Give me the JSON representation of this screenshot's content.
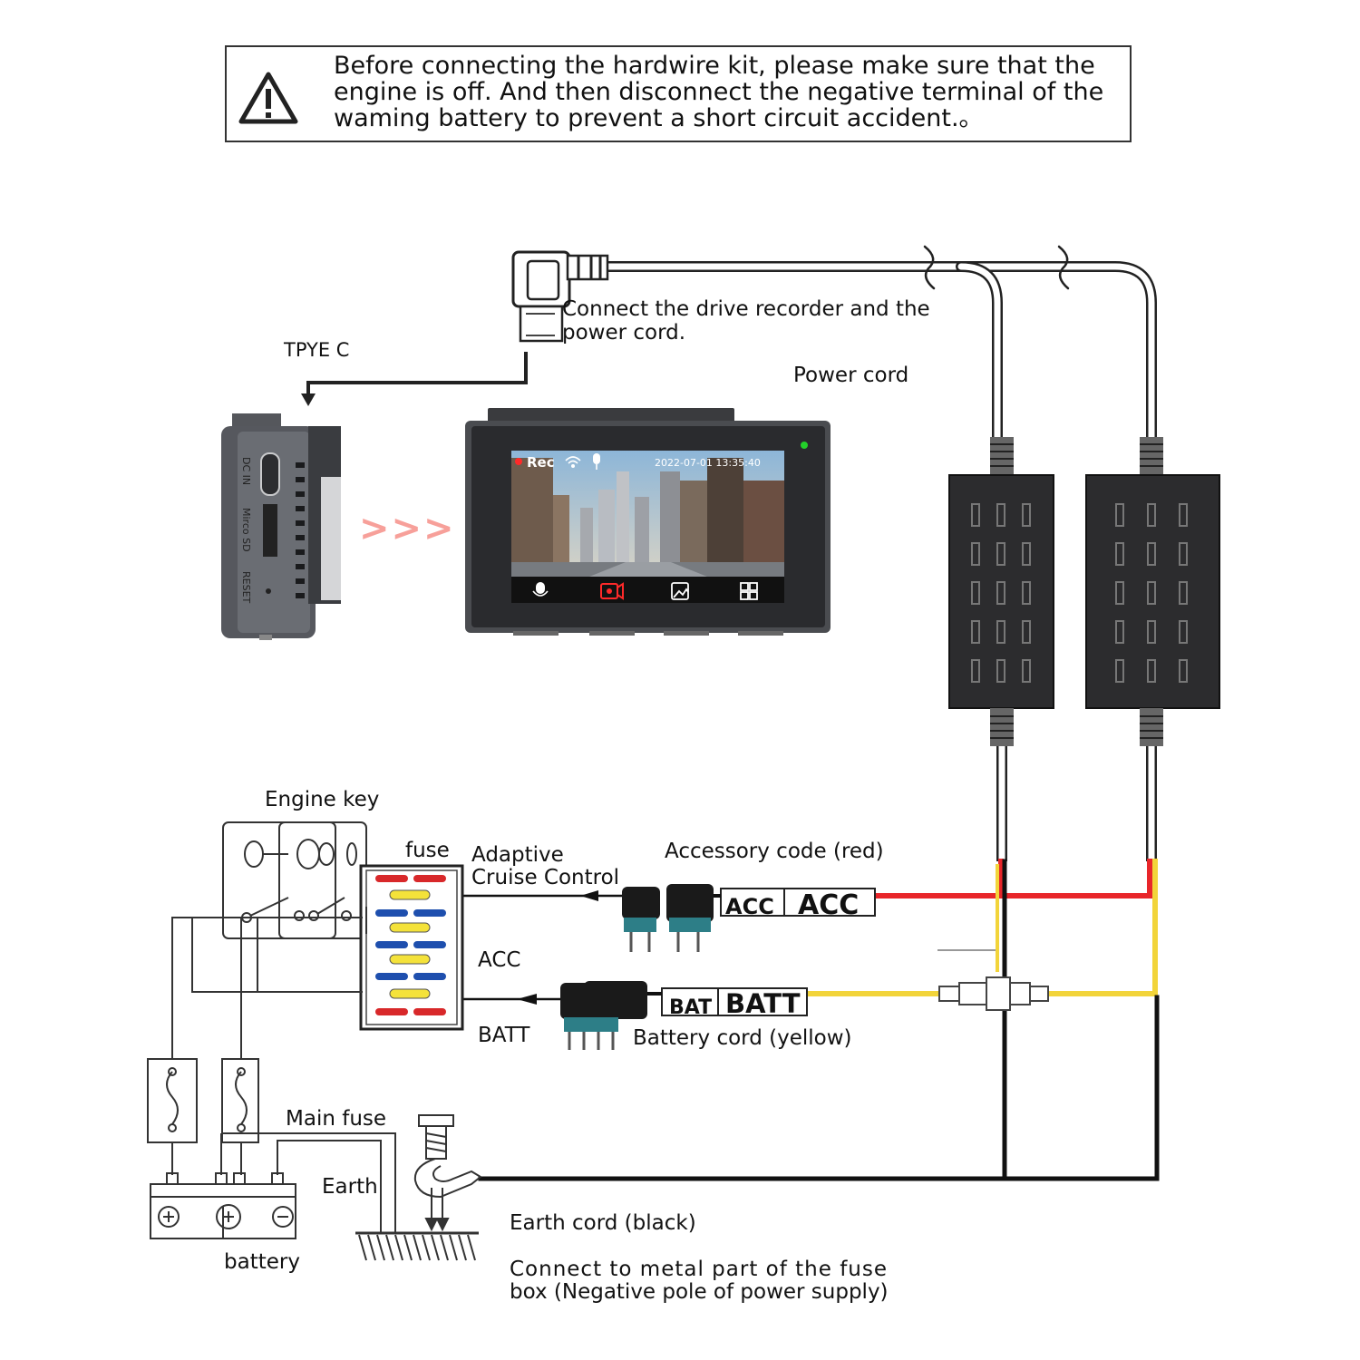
{
  "warning": {
    "icon": "warning-triangle-icon",
    "text": "Before connecting the hardwire kit, please make sure that the engine is off. And then disconnect the negative terminal of the waming battery to prevent a short circuit accident.。"
  },
  "connector": {
    "label_line1": "Connect the drive recorder and the",
    "label_line2": "power cord.",
    "type_label": "TPYE C"
  },
  "power_cord_label": "Power cord",
  "camera": {
    "port_labels": {
      "dc_in": "DC IN",
      "sd": "Mirco SD",
      "reset": "RESET"
    },
    "arrow_text": ">>>",
    "screen": {
      "rec": "Rec",
      "timestamp": "2022-07-01  13:35:40",
      "icons": [
        "mic-icon",
        "record-icon",
        "gallery-icon",
        "grid-icon"
      ]
    }
  },
  "labels": {
    "engine_key": "Engine key",
    "fuse": "fuse",
    "acc_line1": "Adaptive",
    "acc_line2": "Cruise Control",
    "accessory_cord": "Accessory code (red)",
    "acc_side": "ACC",
    "batt_side": "BATT",
    "battery_cord": "Battery cord (yellow)",
    "main_fuse": "Main fuse",
    "earth": "Earth",
    "battery": "battery",
    "earth_cord": "Earth cord (black)",
    "connect_metal_line1": "Connect to metal part of the fuse",
    "connect_metal_line2": "box (Negative pole of power supply)"
  },
  "tags": {
    "acc_small": "ACC",
    "acc_big": "ACC",
    "batt_small": "BAT",
    "batt_big": "BATT"
  },
  "colors": {
    "acc_wire": "#e8262a",
    "batt_wire": "#f2d43a",
    "ground_wire": "#111111",
    "chevron": "#f7a09a",
    "status_led": "#23d12a",
    "rec_dot": "#ff2a2a",
    "fuse_red": "#d8282a",
    "fuse_yellow": "#f4e23a",
    "fuse_blue": "#1e4fae",
    "fuse_tab": "#2d7e87"
  }
}
